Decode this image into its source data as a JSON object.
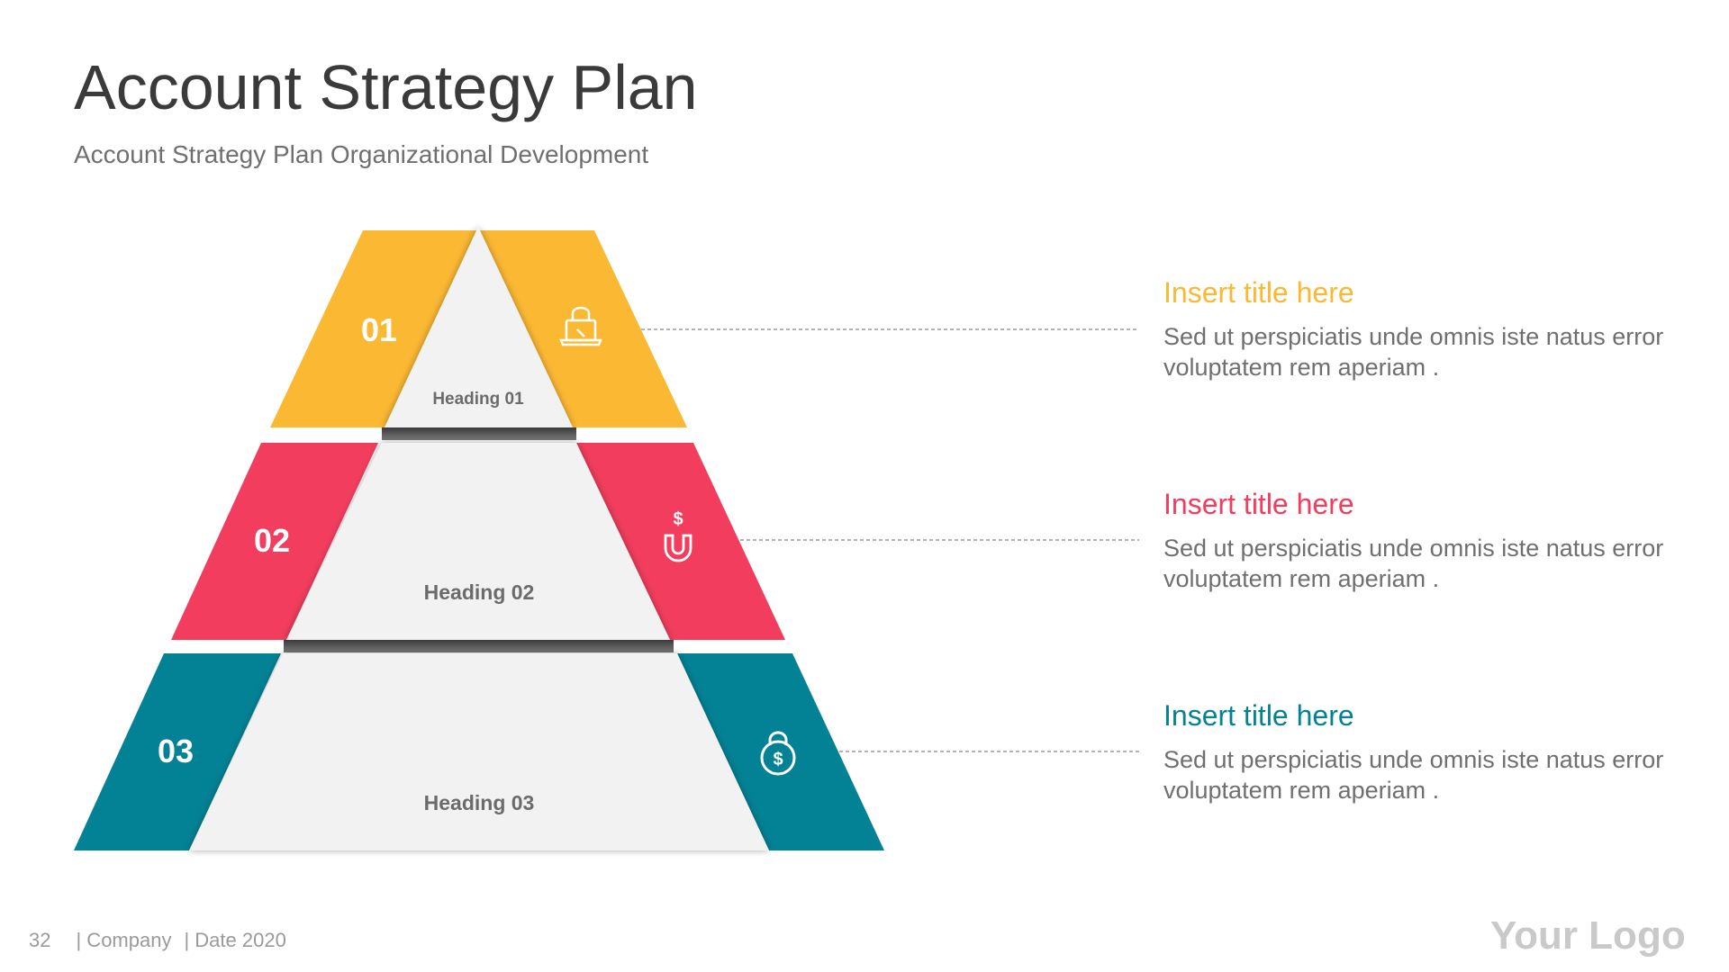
{
  "slide": {
    "title": "Account Strategy Plan",
    "subtitle": "Account Strategy Plan Organizational Development"
  },
  "levels": [
    {
      "number": "01",
      "heading": "Heading 01",
      "color": "#FBB833",
      "icon": "shopping-bag-laptop-icon",
      "title": "Insert title here",
      "text": "Sed ut perspiciatis unde omnis iste natus error voluptatem rem aperiam ."
    },
    {
      "number": "02",
      "heading": "Heading 02",
      "color": "#F23D5E",
      "icon": "dollar-magnet-icon",
      "title": "Insert title here",
      "text": "Sed ut perspiciatis unde omnis iste natus error voluptatem rem aperiam ."
    },
    {
      "number": "03",
      "heading": "Heading 03",
      "color": "#038295",
      "icon": "kettlebell-dollar-icon",
      "title": "Insert title here",
      "text": "Sed ut perspiciatis unde omnis iste natus error voluptatem rem aperiam ."
    }
  ],
  "footer": {
    "page": "32",
    "company": "| Company",
    "date": "| Date 2020"
  },
  "logo": "Your Logo",
  "colors": {
    "center": "#F2F2F2",
    "separator": "#555555",
    "connector": "#9A9A9A"
  }
}
